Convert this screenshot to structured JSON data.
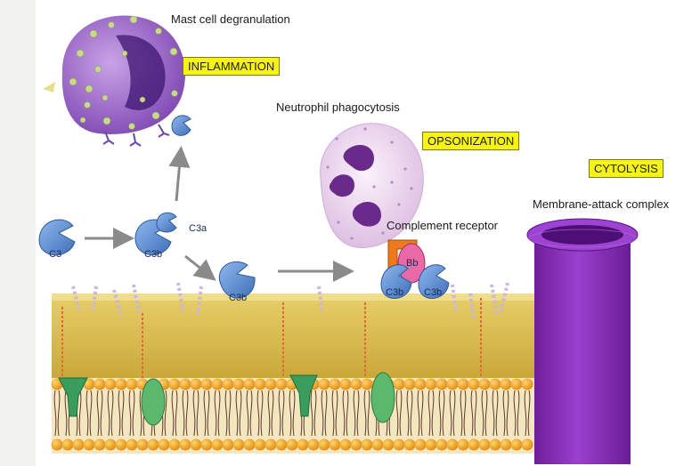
{
  "labels": {
    "mast_cell": "Mast cell degranulation",
    "inflammation": "INFLAMMATION",
    "neutrophil": "Neutrophil phagocytosis",
    "opsonization": "OPSONIZATION",
    "cytolysis": "CYTOLYSIS",
    "mac": "Membrane-attack complex",
    "complement_receptor": "Complement receptor",
    "c3": "C3",
    "c3b_1": "C3b",
    "c3a": "C3a",
    "c3b_2": "C3b",
    "bb": "Bb",
    "c3b_left": "C3b",
    "c3b_right": "C3b"
  },
  "colors": {
    "tag_bg": "#f7f312",
    "complement_blue": "#5b8fd6",
    "membrane_gold": "#d9b94a",
    "lipid_head": "#f3a51e",
    "mac_purple": "#8a2ab8",
    "neutrophil_pink": "#ecd9ef",
    "mast_purple": "#9b66c9",
    "bb_pink": "#e86aa6",
    "receptor_orange": "#ee7a1b"
  },
  "icons": [
    "mast-cell-icon",
    "neutrophil-icon",
    "membrane-attack-complex-icon",
    "c3-molecule-icon",
    "complement-receptor-icon",
    "arrow-icon"
  ]
}
